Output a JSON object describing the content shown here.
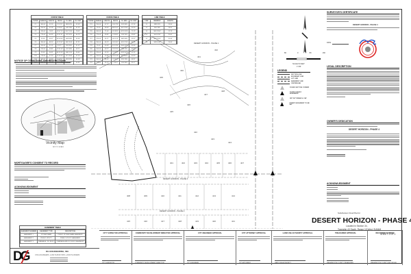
{
  "sheet": {
    "title_prefix": "Subdivision Final Plat for",
    "title": "DESERT HORIZON - PHASE 4",
    "location_line1": "Located in Section 34 ,",
    "location_line2": "Township 43 South, Range 15 West, SLB&M",
    "sheet_number": "SHEET 1 OF 1"
  },
  "curve_table_1": {
    "caption": "CURVE TABLE",
    "headers": [
      "CURVE",
      "RADIUS",
      "LENGTH",
      "DELTA",
      "CH. BRG.",
      "CH. DIST."
    ],
    "rows": [
      [
        "C1",
        "300.00'",
        "52.16'",
        "9°57'41\"",
        "N83°02'E",
        "52.09'"
      ],
      [
        "C2",
        "250.00'",
        "41.38'",
        "9°29'02\"",
        "S45°18'E",
        "41.33'"
      ],
      [
        "C3",
        "325.00'",
        "78.21'",
        "13°47'15\"",
        "N67°25'W",
        "78.02'"
      ],
      [
        "C4",
        "275.00'",
        "64.93'",
        "13°31'41\"",
        "S22°41'E",
        "64.78'"
      ],
      [
        "C5",
        "25.00'",
        "39.27'",
        "90°00'00\"",
        "N44°08'E",
        "35.36'"
      ],
      [
        "C6",
        "350.00'",
        "88.14'",
        "14°25'42\"",
        "S80°15'W",
        "87.91'"
      ],
      [
        "C7",
        "200.00'",
        "31.55'",
        "9°02'17\"",
        "N15°36'E",
        "31.52'"
      ],
      [
        "C8",
        "225.00'",
        "49.81'",
        "12°41'03\"",
        "S37°49'E",
        "49.71'"
      ],
      [
        "C9",
        "25.00'",
        "36.91'",
        "84°35'28\"",
        "N48°11'W",
        "33.65'"
      ],
      [
        "C10",
        "275.00'",
        "57.30'",
        "11°56'19\"",
        "S71°33'W",
        "57.20'"
      ],
      [
        "C11",
        "300.00'",
        "44.62'",
        "8°31'18\"",
        "N26°09'E",
        "44.58'"
      ],
      [
        "C12",
        "325.00'",
        "61.04'",
        "10°45'39\"",
        "S58°47'E",
        "60.95'"
      ]
    ]
  },
  "curve_table_2": {
    "caption": "CURVE TABLE",
    "headers": [
      "CURVE",
      "RADIUS",
      "LENGTH",
      "DELTA",
      "CH. BRG.",
      "CH. DIST."
    ],
    "rows": [
      [
        "C13",
        "250.00'",
        "47.12'",
        "10°47'56\"",
        "N12°08'E",
        "47.05'"
      ],
      [
        "C14",
        "25.00'",
        "38.63'",
        "88°31'47\"",
        "S41°22'W",
        "34.90'"
      ],
      [
        "C15",
        "300.00'",
        "71.40'",
        "13°38'11\"",
        "N75°52'W",
        "71.23'"
      ],
      [
        "C16",
        "275.00'",
        "39.85'",
        "8°18'09\"",
        "S33°14'E",
        "39.82'"
      ],
      [
        "C17",
        "225.00'",
        "55.71'",
        "14°11'12\"",
        "N62°40'E",
        "55.57'"
      ],
      [
        "C18",
        "350.00'",
        "66.19'",
        "10°50'07\"",
        "S19°27'W",
        "66.09'"
      ],
      [
        "C19",
        "25.00'",
        "40.09'",
        "91°52'34\"",
        "N46°03'W",
        "35.93'"
      ],
      [
        "C20",
        "200.00'",
        "43.77'",
        "12°32'20\"",
        "S84°11'E",
        "43.68'"
      ],
      [
        "C21",
        "325.00'",
        "52.30'",
        "9°13'12\"",
        "N28°55'W",
        "52.24'"
      ],
      [
        "C22",
        "250.00'",
        "60.48'",
        "13°51'38\"",
        "S52°36'W",
        "60.33'"
      ],
      [
        "C23",
        "300.00'",
        "48.26'",
        "9°13'03\"",
        "N70°19'E",
        "48.21'"
      ],
      [
        "C24",
        "275.00'",
        "35.19'",
        "7°19'57\"",
        "S16°44'E",
        "35.17'"
      ]
    ]
  },
  "line_table_1": {
    "caption": "LINE TABLE",
    "headers": [
      "LINE",
      "BEARING",
      "LENGTH"
    ],
    "rows": [
      [
        "L1",
        "N89°41'E",
        "24.56'"
      ],
      [
        "L2",
        "S00°19'E",
        "18.20'"
      ],
      [
        "L3",
        "N45°19'W",
        "12.73'"
      ],
      [
        "L4",
        "S44°41'W",
        "20.00'"
      ],
      [
        "L5",
        "N00°19'W",
        "31.44'"
      ],
      [
        "L6",
        "S89°41'W",
        "15.06'"
      ]
    ]
  },
  "line_table_2": {
    "caption": "LINE TABLE",
    "headers": [
      "LINE",
      "BEARING",
      "LENGTH"
    ],
    "rows": [
      [
        "L7",
        "N12°08'E",
        "22.41'"
      ],
      [
        "L8",
        "S77°52'E",
        "19.35'"
      ],
      [
        "L9",
        "N64°27'W",
        "16.88'"
      ],
      [
        "L10",
        "S25°33'W",
        "27.09'"
      ],
      [
        "L11",
        "N89°41'E",
        "13.72'"
      ],
      [
        "L12",
        "S00°19'E",
        "28.64'"
      ]
    ]
  },
  "notes": {
    "heading": "NOTICE OF CONDITIONS AND RESTRICTIONS"
  },
  "vicinity_map": {
    "label": "Vicinity Map",
    "sublabel": "NOT TO SCALE"
  },
  "mortgagee": {
    "heading": "MORTGAGEE'S CONSENT TO RECORD"
  },
  "acknowledgment_left": {
    "heading": "ACKNOWLEDGMENT"
  },
  "easement_table": {
    "caption": "EASEMENT TABLE",
    "headers": [
      "EASEMENT NUMBER",
      "EASEMENT TYPE",
      "DESCRIPTION"
    ],
    "rows": [
      [
        "EASEMENT 1",
        "STORM DRAIN",
        "PUBLIC STORM DRAIN EASEMENT"
      ],
      [
        "EASEMENT 2",
        "PUBLIC UTILITY",
        "PUBLIC UTILITY EASEMENT"
      ],
      [
        "EASEMENT 3",
        "DRAINAGE / NO BUILD",
        "DRAINAGE AND NO BUILD EASEMENT"
      ]
    ]
  },
  "company": {
    "logo": "DG",
    "name": "DG ENGINEERING, INC.",
    "tagline": "CIVIL ENGINEERS, LAND SURVEYORS, LAND PLANNERS",
    "brand_dark": "#111111",
    "brand_red": "#cc2222"
  },
  "north_arrow": {
    "scale_ticks": [
      "80",
      "0",
      "80",
      "160"
    ],
    "scale_label": "SCALE IN FEET",
    "scale_ratio": "1\"=80'"
  },
  "surveyor": {
    "heading": "SURVEYOR'S CERTIFICATE",
    "project_line": "DESERT HORIZON - PHASE 4",
    "date_label": "DATE"
  },
  "legend": {
    "heading": "LEGEND",
    "items": [
      "SECTION LINE",
      "BOUNDARY LINE",
      "LOT LINE",
      "EASEMENT LINE",
      "CENTERLINE",
      "FOUND SECTION CORNER",
      "FOUND SURVEY MONUMENT",
      "SET 5/8\" REBAR & CAP",
      "STREET MONUMENT TO BE SET"
    ]
  },
  "legal_description": {
    "heading": "LEGAL DESCRIPTION"
  },
  "owners_dedication": {
    "heading": "OWNER'S DEDICATION",
    "project_line": "DESERT HORIZON - PHASE 4"
  },
  "acknowledgment_right": {
    "heading": "ACKNOWLEDGMENT"
  },
  "approvals": [
    {
      "heading": "CITY SURVEYOR APPROVAL",
      "sign_label": "CITY SURVEYOR"
    },
    {
      "heading": "COMMUNITY DEVELOPMENT DIRECTOR APPROVAL",
      "sign_label": "COMMUNITY DEVELOPMENT DIRECTOR"
    },
    {
      "heading": "CITY ENGINEER APPROVAL",
      "sign_label": "CITY ENGINEER"
    },
    {
      "heading": "CITY ATTORNEY APPROVAL",
      "sign_label": "CITY ATTORNEY"
    },
    {
      "heading": "LAND USE AUTHORITY APPROVAL",
      "sign_label": "LAND USE AUTHORITY"
    },
    {
      "heading": "TREASURER APPROVAL",
      "sign_label": "WASHINGTON COUNTY TREASURER"
    },
    {
      "heading": "RECORDED NUMBER",
      "sign_label": "WASHINGTON COUNTY RECORDER"
    }
  ],
  "plat": {
    "phase_labels": [
      "DESERT HORIZON - PHASE 3",
      "DESERT HORIZON - PHASE 2",
      "DESERT HORIZON - PHASE 1"
    ],
    "lot_numbers": [
      "401",
      "402",
      "403",
      "404",
      "405",
      "406",
      "407",
      "408",
      "409",
      "410",
      "411",
      "412",
      "413",
      "414",
      "415",
      "416",
      "417",
      "418",
      "419",
      "420",
      "421",
      "422",
      "423",
      "424",
      "425",
      "426",
      "427",
      "428",
      "429",
      "430",
      "431",
      "432"
    ]
  }
}
